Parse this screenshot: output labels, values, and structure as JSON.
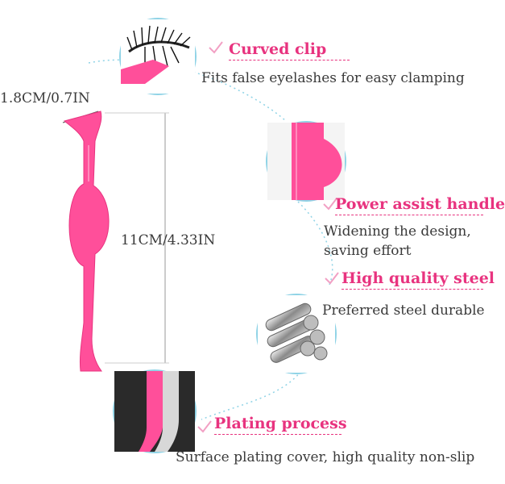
{
  "colors": {
    "accent": "#e8337f",
    "pink_tool": "#ff4f9a",
    "ring": "#8fd3e6"
  },
  "dimensions": {
    "width_label": "1.8CM/0.7IN",
    "length_label": "11CM/4.33IN"
  },
  "features": [
    {
      "icon": "check-icon",
      "title": "Curved clip",
      "lines": [
        "Fits false eyelashes for easy clamping"
      ]
    },
    {
      "icon": "check-icon",
      "title": "Power assist handle",
      "lines": [
        "Widening the design,",
        "saving effort"
      ]
    },
    {
      "icon": "check-icon",
      "title": "High quality steel",
      "lines": [
        "Preferred steel durable"
      ]
    },
    {
      "icon": "check-icon",
      "title": "Plating process",
      "lines": [
        "Surface plating cover, high quality non-slip"
      ]
    }
  ]
}
